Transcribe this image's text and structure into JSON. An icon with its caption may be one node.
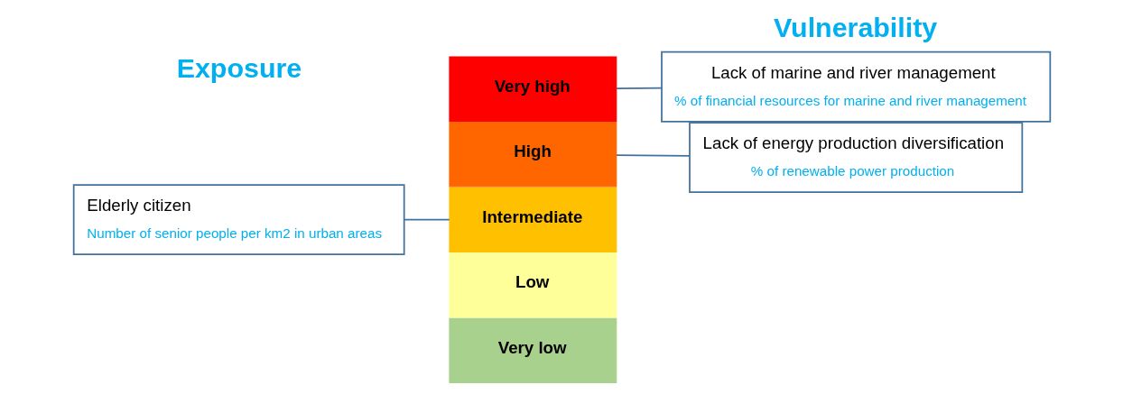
{
  "diagram": {
    "nodes": [
      {
        "text": [
          "Very high"
        ]
      },
      {
        "text": [
          "Lack of marine and river management",
          "% of financial resources for marine and river management"
        ]
      },
      {
        "text": [
          "High"
        ]
      },
      {
        "text": [
          "Lack of energy production diversification",
          "% of renewable power production"
        ]
      },
      {
        "text": [
          "Elderly citizen",
          "Number of senior people per km2 in urban areas"
        ]
      },
      {
        "text": [
          "Intermediate"
        ]
      },
      {
        "text": [
          "Low"
        ]
      },
      {
        "text": [
          "Very low"
        ]
      }
    ],
    "edges": [
      {
        "from": 0,
        "to": 1,
        "arrow": "none"
      },
      {
        "from": 2,
        "to": 3,
        "arrow": "none"
      },
      {
        "from": 4,
        "to": 5,
        "arrow": "none"
      }
    ],
    "labels": [
      "Exposure",
      "Vulnerability"
    ]
  }
}
